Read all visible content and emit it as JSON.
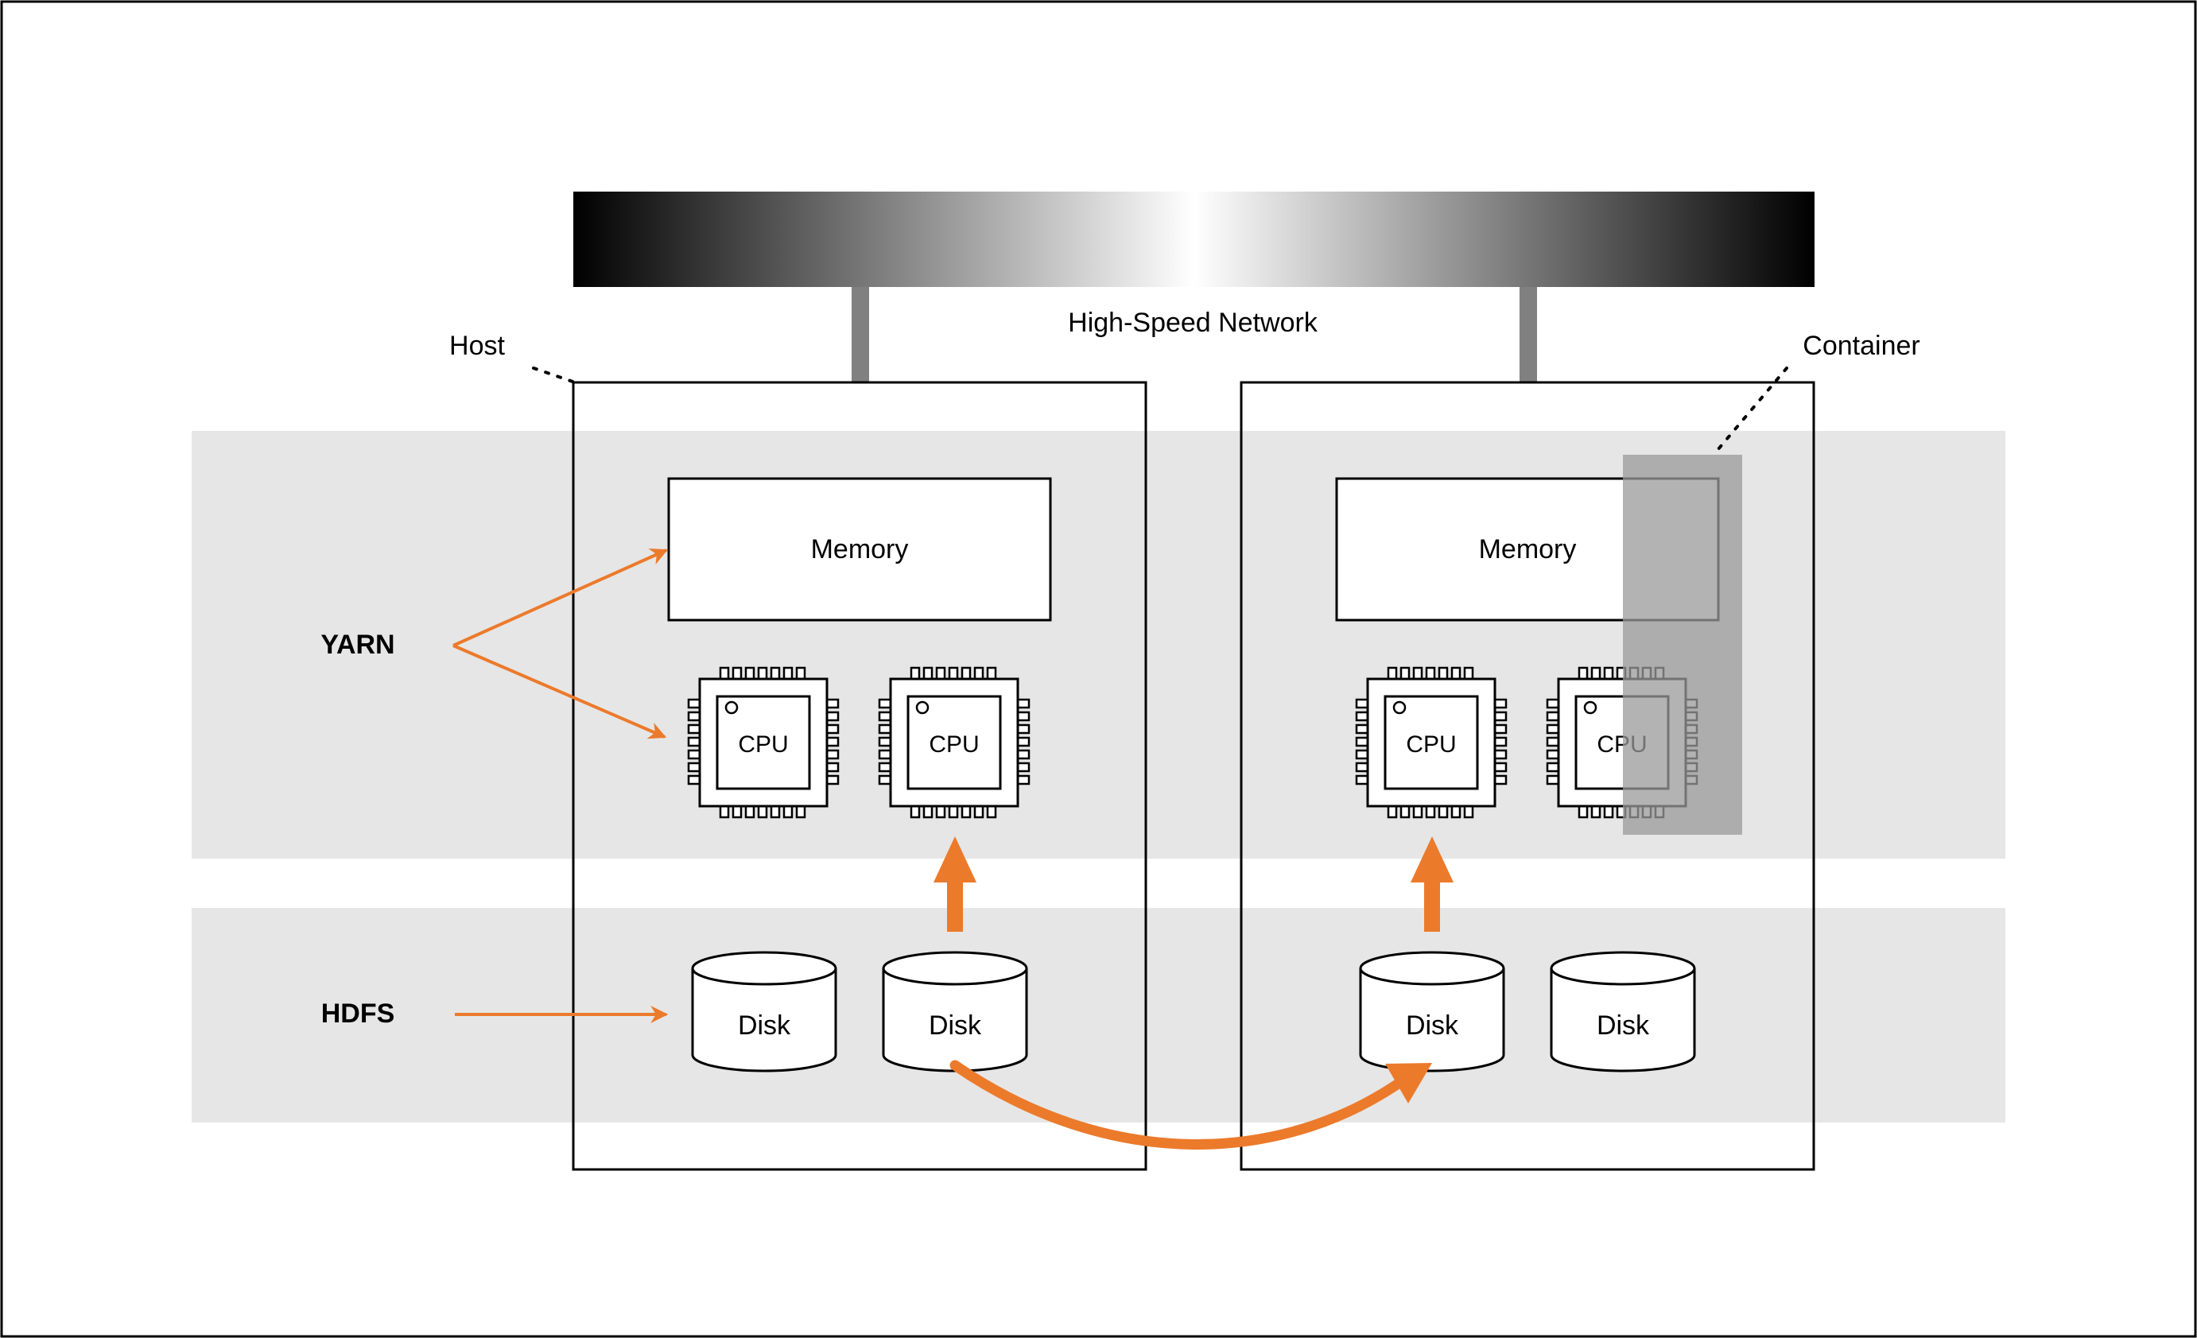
{
  "network": {
    "label": "High-Speed Network"
  },
  "annotations": {
    "host": "Host",
    "container": "Container"
  },
  "layers": [
    {
      "name": "YARN"
    },
    {
      "name": "HDFS"
    }
  ],
  "hosts": [
    {
      "memory": "Memory",
      "cpus": [
        "CPU",
        "CPU"
      ],
      "disks": [
        "Disk",
        "Disk"
      ]
    },
    {
      "memory": "Memory",
      "cpus": [
        "CPU",
        "CPU"
      ],
      "disks": [
        "Disk",
        "Disk"
      ]
    }
  ],
  "colors": {
    "accent_arrow": "#EC7A2B",
    "layer_band": "#E6E6E6",
    "container_overlay": "#999999",
    "network_connector": "#808080"
  }
}
